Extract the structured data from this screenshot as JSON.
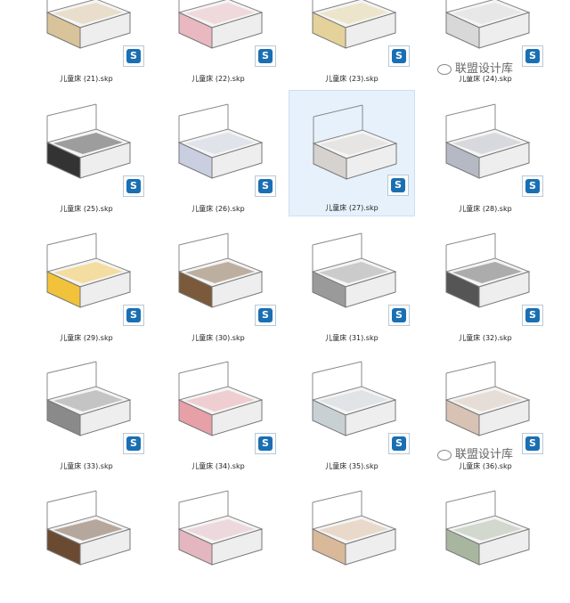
{
  "files": [
    {
      "label": "儿童床 (21).skp",
      "color": "#d9c39a"
    },
    {
      "label": "儿童床 (22).skp",
      "color": "#e9b8c0"
    },
    {
      "label": "儿童床 (23).skp",
      "color": "#e5d29a"
    },
    {
      "label": "儿童床 (24).skp",
      "color": "#d8d8d8"
    },
    {
      "label": "儿童床 (25).skp",
      "color": "#333333"
    },
    {
      "label": "儿童床 (26).skp",
      "color": "#c9cfe0"
    },
    {
      "label": "儿童床 (27).skp",
      "color": "#d6d2cf"
    },
    {
      "label": "儿童床 (28).skp",
      "color": "#b5b9c4"
    },
    {
      "label": "儿童床 (29).skp",
      "color": "#f2c23a"
    },
    {
      "label": "儿童床 (30).skp",
      "color": "#7a5a3a"
    },
    {
      "label": "儿童床 (31).skp",
      "color": "#9a9a9a"
    },
    {
      "label": "儿童床 (32).skp",
      "color": "#555555"
    },
    {
      "label": "儿童床 (33).skp",
      "color": "#8a8a8a"
    },
    {
      "label": "儿童床 (34).skp",
      "color": "#e8a0a8"
    },
    {
      "label": "儿童床 (35).skp",
      "color": "#c8d0d4"
    },
    {
      "label": "儿童床 (36).skp",
      "color": "#d7c2b4"
    },
    {
      "label": "",
      "color": "#6b4a32"
    },
    {
      "label": "",
      "color": "#e4b7c0"
    },
    {
      "label": "",
      "color": "#d9b99a"
    },
    {
      "label": "",
      "color": "#a8b6a0"
    }
  ],
  "selected_index": 6,
  "watermark": "联盟设计库",
  "badge_glyph": "S"
}
